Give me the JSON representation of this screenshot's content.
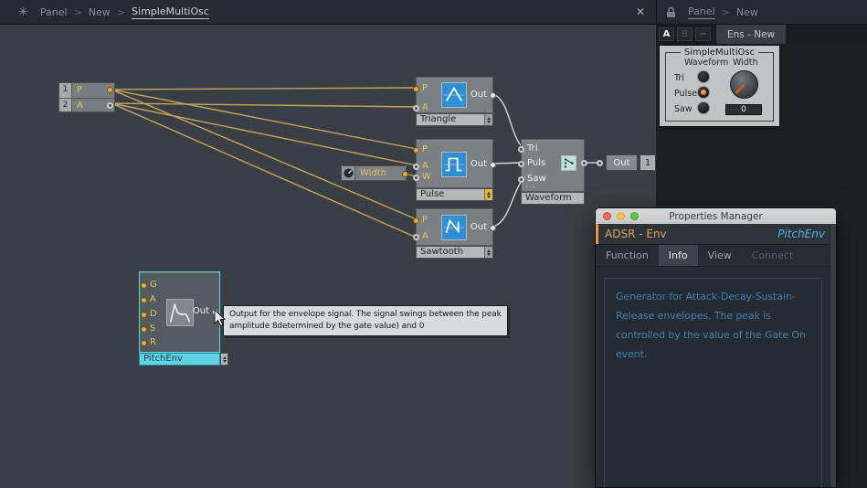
{
  "colors": {
    "wire_event": "#c8a45c",
    "wire_audio": "#d5d7d8",
    "selection_cyan": "#5fd3e3",
    "port_orange": "#eaa83d",
    "icon_blue": "#2f8fd2",
    "accent_orange": "#e8963b",
    "info_blue": "#3f80b0"
  },
  "topbar": {
    "breadcrumb": [
      "Panel",
      "New",
      "SimpleMultiOsc"
    ],
    "separator": ">",
    "close": "✕",
    "struct_icon": "✳"
  },
  "panel_header": {
    "breadcrumb": [
      "Panel",
      "New"
    ],
    "separator": ">"
  },
  "layer_tabs": {
    "a": "A",
    "b": "B",
    "minus": "−",
    "ensemble_tab": "Ens - New"
  },
  "device_panel": {
    "title": "SimpleMultiOsc",
    "column1": "Waveform",
    "column2": "Width",
    "options": [
      {
        "label": "Tri",
        "selected": false
      },
      {
        "label": "Pulse",
        "selected": true
      },
      {
        "label": "Saw",
        "selected": false
      }
    ],
    "value": "0"
  },
  "graph": {
    "inputs": {
      "rows": [
        {
          "num": "1",
          "label": "P"
        },
        {
          "num": "2",
          "label": "A"
        }
      ]
    },
    "triangle": {
      "name": "Triangle",
      "p": "P",
      "a": "A",
      "out": "Out"
    },
    "pulse": {
      "name": "Pulse",
      "p": "P",
      "a": "A",
      "w": "W",
      "out": "Out"
    },
    "sawtooth": {
      "name": "Sawtooth",
      "p": "P",
      "a": "A",
      "out": "Out"
    },
    "width": {
      "label": "Width"
    },
    "waveform": {
      "name": "Waveform",
      "tri": "Tri",
      "puls": "Puls",
      "saw": "Saw",
      "more": "..."
    },
    "out_terminal": {
      "label": "Out",
      "number": "1"
    },
    "pitchenv": {
      "name": "PitchEnv",
      "g": "G",
      "a": "A",
      "d": "D",
      "s": "S",
      "r": "R",
      "out": "Out"
    }
  },
  "tooltip": {
    "line1": "Output for the envelope signal. The signal swings between the peak",
    "line2": "amplitude 8determined by the gate value) and 0"
  },
  "properties": {
    "title": "Properties Manager",
    "module_type": "ADSR - Env",
    "instance_name": "PitchEnv",
    "tabs": [
      {
        "label": "Function"
      },
      {
        "label": "Info"
      },
      {
        "label": "View"
      },
      {
        "label": "Connect"
      }
    ],
    "info_text": "Generator for Attack-Decay-Sustain-Release envelopes. The peak is controlled by the value of the Gate On event."
  }
}
